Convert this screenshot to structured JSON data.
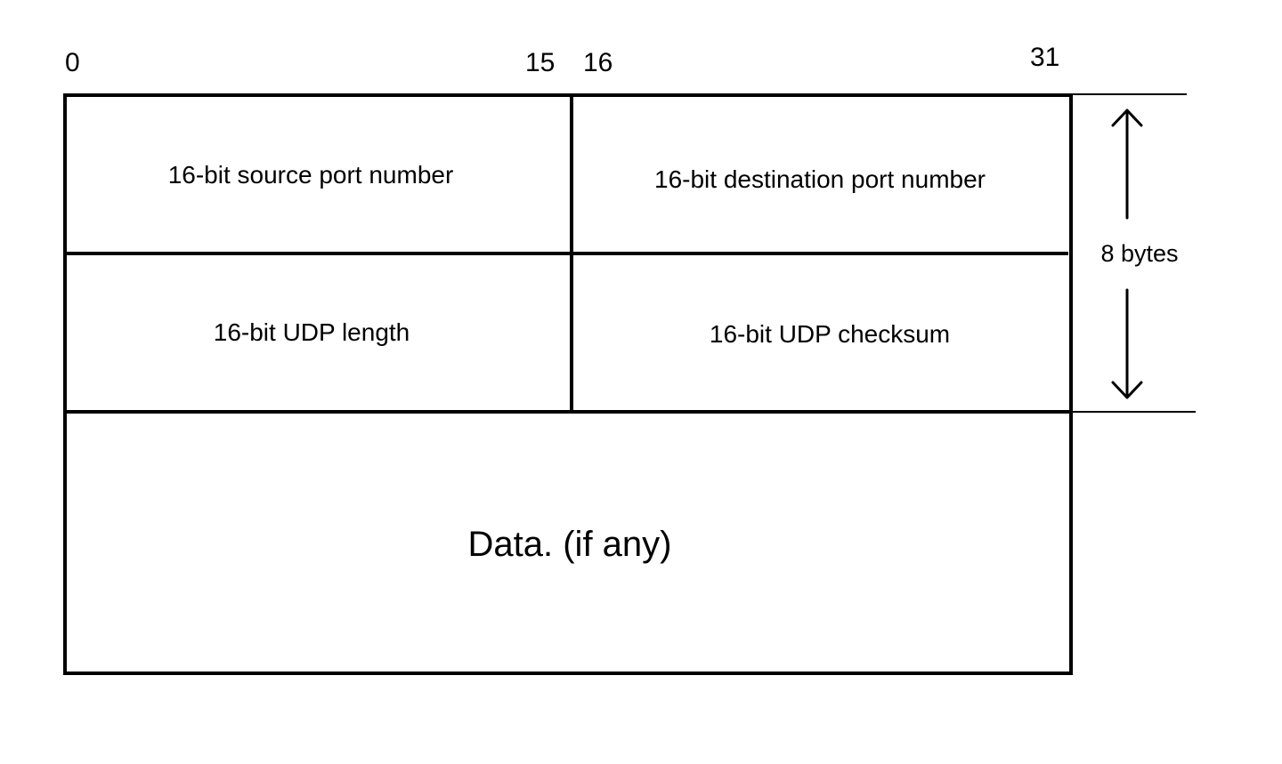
{
  "bit_positions": [
    "0",
    "15",
    "16",
    "31"
  ],
  "header": {
    "row1": {
      "left": "16-bit source port number",
      "right": "16-bit destination port number"
    },
    "row2": {
      "left": "16-bit UDP length",
      "right": "16-bit UDP checksum"
    }
  },
  "data_field": "Data. (if any)",
  "header_size": "8 bytes"
}
